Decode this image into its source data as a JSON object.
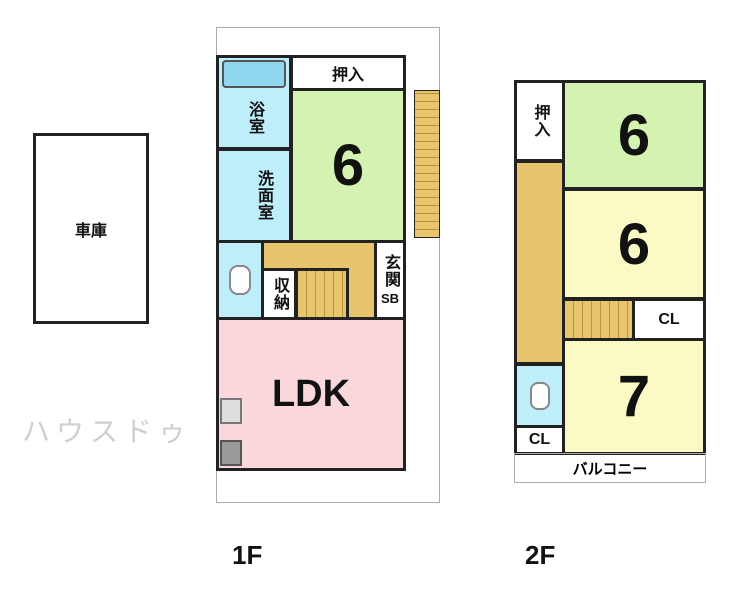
{
  "garage": {
    "label": "車庫"
  },
  "floor1": {
    "label": "1F",
    "rooms": {
      "bath": "浴室",
      "closet": "押入",
      "room6": "6",
      "washroom": "洗面室",
      "storage": "収納",
      "entrance": "玄関",
      "shoebox": "SB",
      "ldk": "LDK"
    }
  },
  "floor2": {
    "label": "2F",
    "rooms": {
      "closet": "押入",
      "room6a": "6",
      "room6b": "6",
      "cl1": "CL",
      "room7": "7",
      "cl2": "CL",
      "balcony": "バルコニー"
    }
  },
  "watermark": "ハウスドゥ"
}
